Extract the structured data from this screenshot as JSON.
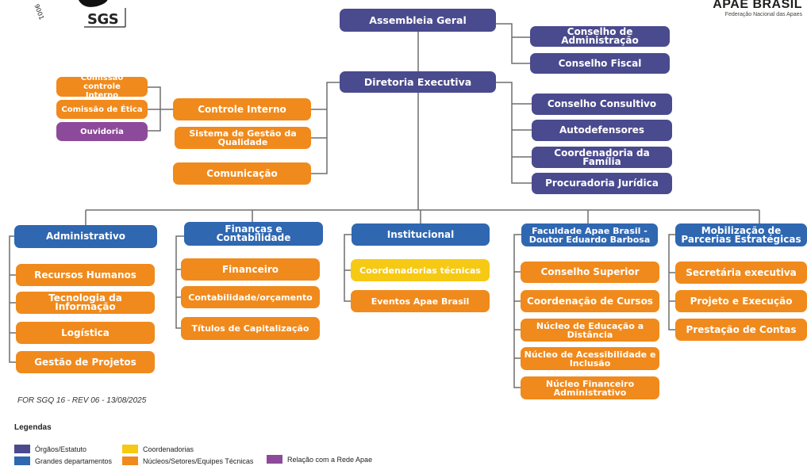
{
  "header": {
    "certification_number": "9001",
    "certifier_logo_text": "SGS",
    "org_name": "APAE BRASIL",
    "org_subtitle": "Federação Nacional das Apaes"
  },
  "colors": {
    "orgaos_estatuto": "#4a4a8e",
    "grandes_departamentos": "#2f67b1",
    "coordenadorias": "#f6c915",
    "nucleos_setores": "#f08a1c",
    "relacao_rede": "#8e4a9a"
  },
  "top": {
    "assembleia": "Assembleia Geral",
    "conselho_admin": "Conselho de Administração",
    "conselho_fiscal": "Conselho Fiscal",
    "diretoria": "Diretoria Executiva"
  },
  "right_bodies": [
    "Conselho Consultivo",
    "Autodefensores",
    "Coordenadoria da Família",
    "Procuradoria Jurídica"
  ],
  "left_bodies": {
    "comissao_controle": "Comissão controle Interno",
    "comissao_etica": "Comissão de Ética",
    "ouvidoria": "Ouvidoria",
    "controle_interno": "Controle Interno",
    "sistema_gestao": "Sistema de Gestão da Qualidade",
    "comunicacao": "Comunicação"
  },
  "departments": [
    {
      "title": "Administrativo",
      "items": [
        "Recursos Humanos",
        "Tecnologia da Informação",
        "Logística",
        "Gestão de Projetos"
      ]
    },
    {
      "title": "Finanças e Contabilidade",
      "items": [
        "Financeiro",
        "Contabilidade/orçamento",
        "Títulos de Capitalização"
      ]
    },
    {
      "title": "Institucional",
      "items": [
        "Coordenadorias técnicas",
        "Eventos Apae Brasil"
      ]
    },
    {
      "title": "Faculdade Apae Brasil - Doutor Eduardo Barbosa",
      "items": [
        "Conselho Superior",
        "Coordenação de Cursos",
        "Núcleo de Educação a Distância",
        "Núcleo de Acessibilidade e Inclusão",
        "Núcleo Financeiro Administrativo"
      ]
    },
    {
      "title": "Mobilização de Parcerias Estratégicas",
      "items": [
        "Secretária executiva",
        "Projeto e Execução",
        "Prestação de Contas"
      ]
    }
  ],
  "footer": {
    "revision": "FOR SGQ 16 - REV 06 - 13/08/2025",
    "legend_title": "Legendas",
    "legend": [
      "Órgãos/Estatuto",
      "Grandes departamentos",
      "Coordenadorias",
      "Núcleos/Setores/Equipes Técnicas",
      "Relação com a Rede Apae"
    ]
  }
}
